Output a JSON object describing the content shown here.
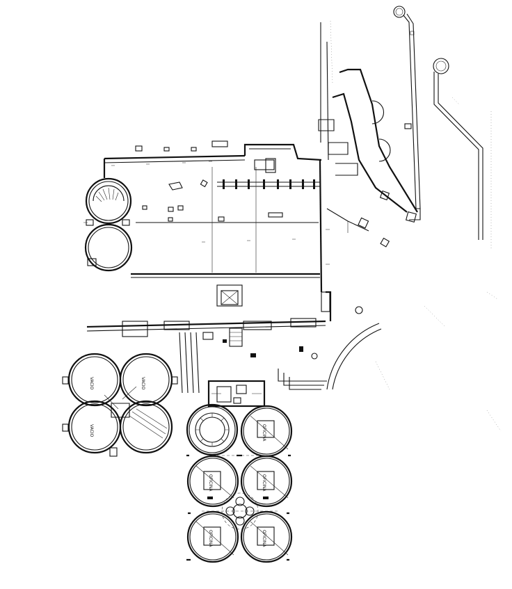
{
  "room_labels": {
    "west_pod_top_left": "VACIO",
    "west_pod_top_right": "VACIO",
    "west_pod_bottom_left": "VACIO",
    "office_1": "OFICINA",
    "office_2": "OFICINA",
    "office_3": "OFICINA",
    "office_4": "OFICINA",
    "office_5": "OFICINA"
  },
  "colors": {
    "ink": "#111111",
    "paper": "#ffffff"
  }
}
